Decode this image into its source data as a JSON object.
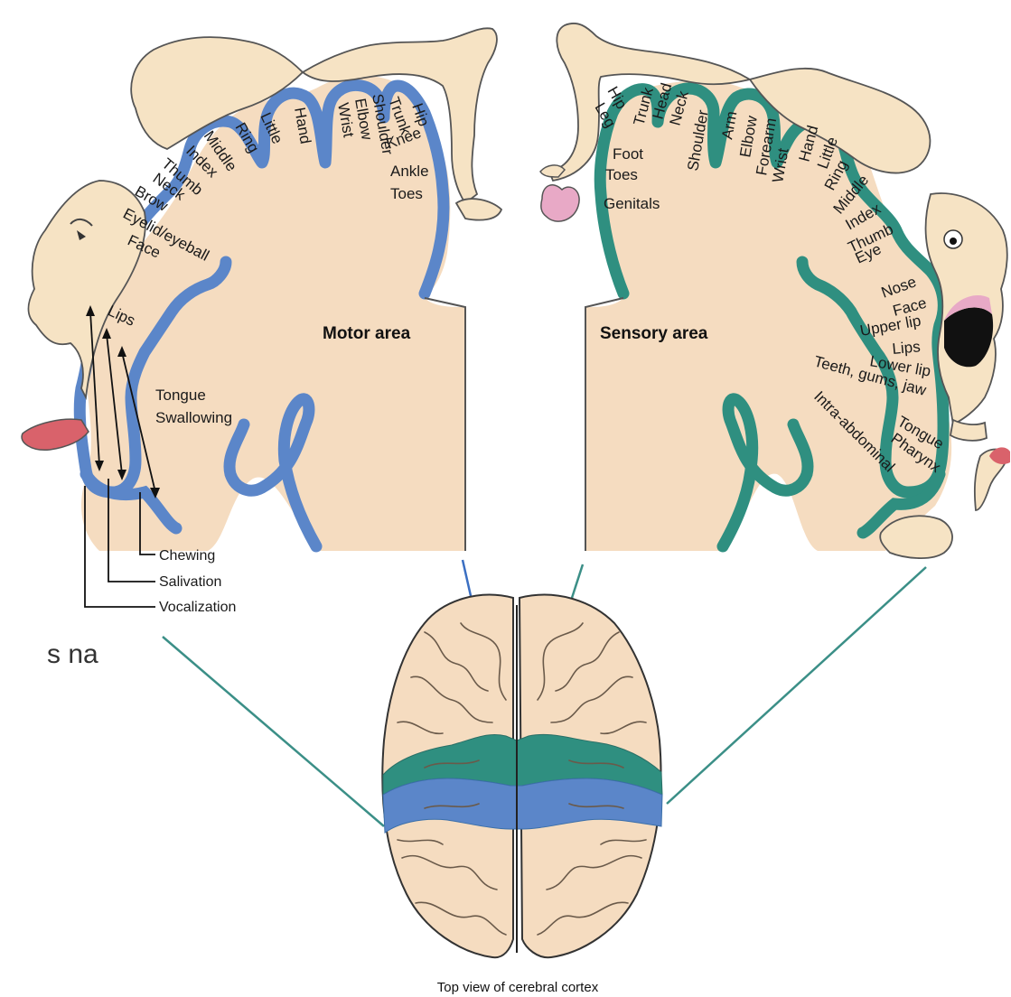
{
  "colors": {
    "cortex_fill": "#f5dcc0",
    "motor_band": "#5b86c9",
    "sensory_band": "#2f8f80",
    "figure_fill": "#f6e3c4",
    "tongue": "#d9626b",
    "genitals": "#e8a9c6",
    "outline": "#555555"
  },
  "slide_text_fragment": "s na",
  "motor": {
    "title": "Motor area",
    "top_labels": [
      "Hip",
      "Trunk",
      "Shoulder",
      "Elbow",
      "Wrist",
      "Hand",
      "Little",
      "Ring",
      "Middle",
      "Index",
      "Thumb",
      "Neck",
      "Brow",
      "Eyelid/eyeball",
      "Face"
    ],
    "side_labels": [
      "Knee",
      "Ankle",
      "Toes"
    ],
    "lower_labels": [
      "Lips",
      "Tongue",
      "Swallowing"
    ],
    "arrow_labels": [
      "Chewing",
      "Salivation",
      "Vocalization"
    ]
  },
  "sensory": {
    "title": "Sensory area",
    "top_labels": [
      "Hip",
      "Leg",
      "Trunk",
      "Head",
      "Neck",
      "Shoulder",
      "Arm",
      "Elbow",
      "Forearm",
      "Wrist",
      "Hand",
      "Little",
      "Ring",
      "Middle",
      "Index",
      "Thumb",
      "Eye"
    ],
    "side_labels": [
      "Foot",
      "Toes",
      "Genitals"
    ],
    "face_labels": [
      "Nose",
      "Face",
      "Upper lip",
      "Lips",
      "Lower lip",
      "Teeth, gums, jaw",
      "Tongue",
      "Pharynx",
      "Intra-abdominal"
    ]
  },
  "caption": "Top view of cerebral cortex"
}
